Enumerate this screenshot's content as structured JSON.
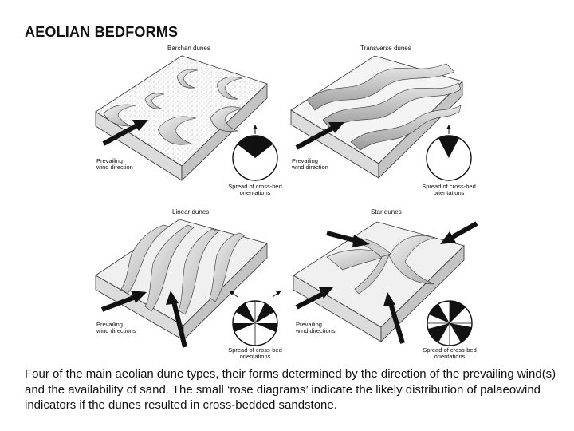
{
  "title": "AEOLIAN BEDFORMS",
  "panels": {
    "barchan": {
      "title": "Barchan dunes",
      "wind_label": [
        "Prevailing",
        "wind direction"
      ],
      "rose_label": [
        "Spread of cross-bed",
        "orientations"
      ]
    },
    "transverse": {
      "title": "Transverse dunes",
      "wind_label": [
        "Prevailing",
        "wind direction"
      ],
      "rose_label": [
        "Spread of cross-bed",
        "orientations"
      ]
    },
    "linear": {
      "title": "Linear dunes",
      "wind_label": [
        "Prevailing",
        "wind directions"
      ],
      "rose_label": [
        "Spread of cross-bed",
        "orientations"
      ]
    },
    "star": {
      "title": "Star dunes",
      "wind_label": [
        "Prevailing",
        "wind directions"
      ],
      "rose_label": [
        "Spread of cross-bed",
        "orientations"
      ]
    }
  },
  "caption": "Four of the main aeolian dune types, their forms determined by the direction of the prevailing wind(s) and the availability of sand. The small ‘rose diagrams’ indicate the likely distribution of palaeowind indicators if the dunes resulted in cross-bedded sandstone."
}
